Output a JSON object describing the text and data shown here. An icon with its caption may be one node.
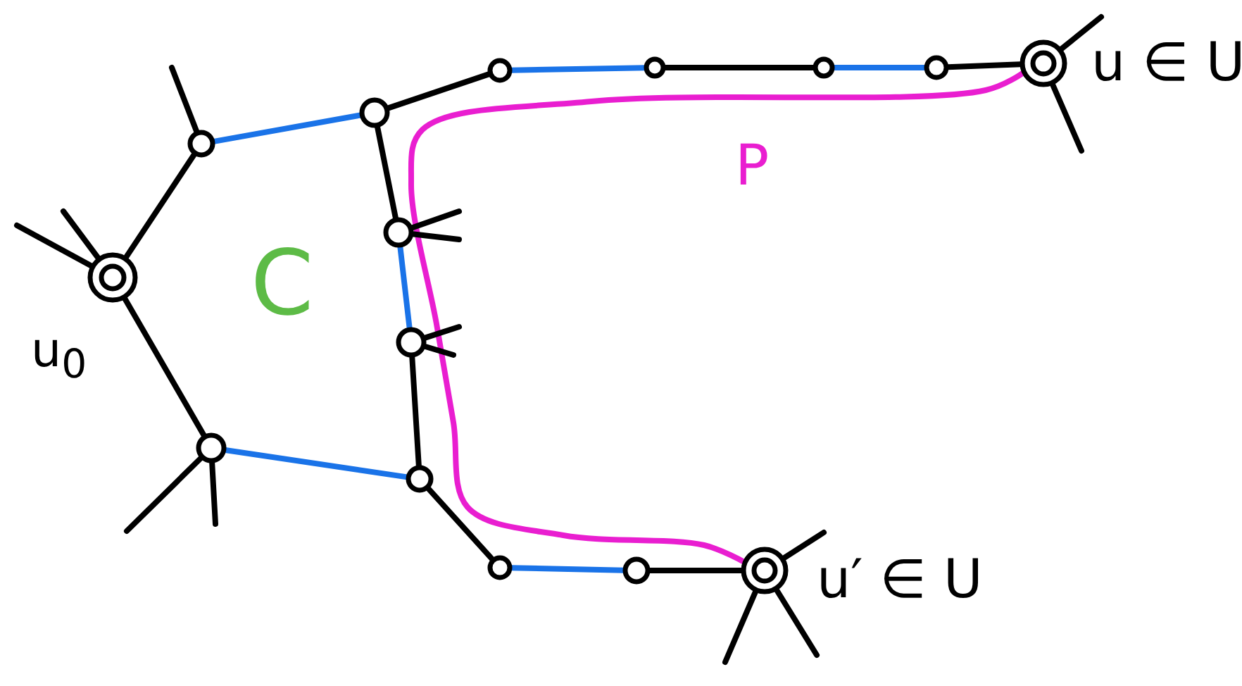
{
  "diagram": {
    "nodes": [
      {
        "text": [],
        "shape": "circle",
        "beside": [
          "u$_{0}$"
        ]
      },
      {
        "text": [],
        "shape": "circle"
      },
      {
        "text": [],
        "shape": "circle"
      },
      {
        "text": [],
        "shape": "circle"
      },
      {
        "text": [],
        "shape": "circle"
      },
      {
        "text": [],
        "shape": "circle"
      },
      {
        "text": [],
        "shape": "circle"
      },
      {
        "text": [],
        "shape": "circle"
      },
      {
        "text": [],
        "shape": "circle"
      },
      {
        "text": [],
        "shape": "circle"
      },
      {
        "text": [],
        "shape": "circle"
      },
      {
        "text": [],
        "shape": "circle",
        "beside": [
          "u ∈ U"
        ]
      },
      {
        "text": [],
        "shape": "circle"
      },
      {
        "text": [],
        "shape": "circle"
      },
      {
        "text": [],
        "shape": "circle",
        "beside": [
          "u′ ∈ U"
        ]
      }
    ],
    "edges": [
      {
        "from": 0,
        "to": 1,
        "arrow": "none"
      },
      {
        "from": 0,
        "to": 2,
        "arrow": "none"
      },
      {
        "from": 1,
        "to": 3,
        "arrow": "none",
        "color": "#1a73e8"
      },
      {
        "from": 2,
        "to": 6,
        "arrow": "none",
        "color": "#1a73e8"
      },
      {
        "from": 3,
        "to": 7,
        "arrow": "none"
      },
      {
        "from": 7,
        "to": 8,
        "arrow": "none",
        "color": "#1a73e8"
      },
      {
        "from": 8,
        "to": 9,
        "arrow": "none"
      },
      {
        "from": 9,
        "to": 10,
        "arrow": "none",
        "color": "#1a73e8"
      },
      {
        "from": 10,
        "to": 11,
        "arrow": "none"
      },
      {
        "from": 3,
        "to": 4,
        "arrow": "none"
      },
      {
        "from": 4,
        "to": 5,
        "arrow": "none",
        "color": "#1a73e8"
      },
      {
        "from": 5,
        "to": 6,
        "arrow": "none"
      },
      {
        "from": 6,
        "to": 12,
        "arrow": "none"
      },
      {
        "from": 12,
        "to": 13,
        "arrow": "none",
        "color": "#1a73e8"
      },
      {
        "from": 13,
        "to": 14,
        "arrow": "none"
      },
      {
        "from": 11,
        "to": 14,
        "arrow": "none",
        "color": "#e91ed0"
      },
      {
        "from": 0,
        "to": null,
        "arrow": "none"
      },
      {
        "from": 0,
        "to": null,
        "arrow": "none"
      },
      {
        "from": 1,
        "to": null,
        "arrow": "none"
      },
      {
        "from": 2,
        "to": null,
        "arrow": "none"
      },
      {
        "from": 2,
        "to": null,
        "arrow": "none"
      },
      {
        "from": 4,
        "to": null,
        "arrow": "none"
      },
      {
        "from": 4,
        "to": null,
        "arrow": "none"
      },
      {
        "from": 5,
        "to": null,
        "arrow": "none"
      },
      {
        "from": 5,
        "to": null,
        "arrow": "none"
      },
      {
        "from": 11,
        "to": null,
        "arrow": "none"
      },
      {
        "from": 11,
        "to": null,
        "arrow": "none"
      },
      {
        "from": 14,
        "to": null,
        "arrow": "none"
      },
      {
        "from": 14,
        "to": null,
        "arrow": "none"
      },
      {
        "from": 14,
        "to": null,
        "arrow": "none"
      }
    ],
    "labels": [
      "C",
      "P"
    ]
  }
}
